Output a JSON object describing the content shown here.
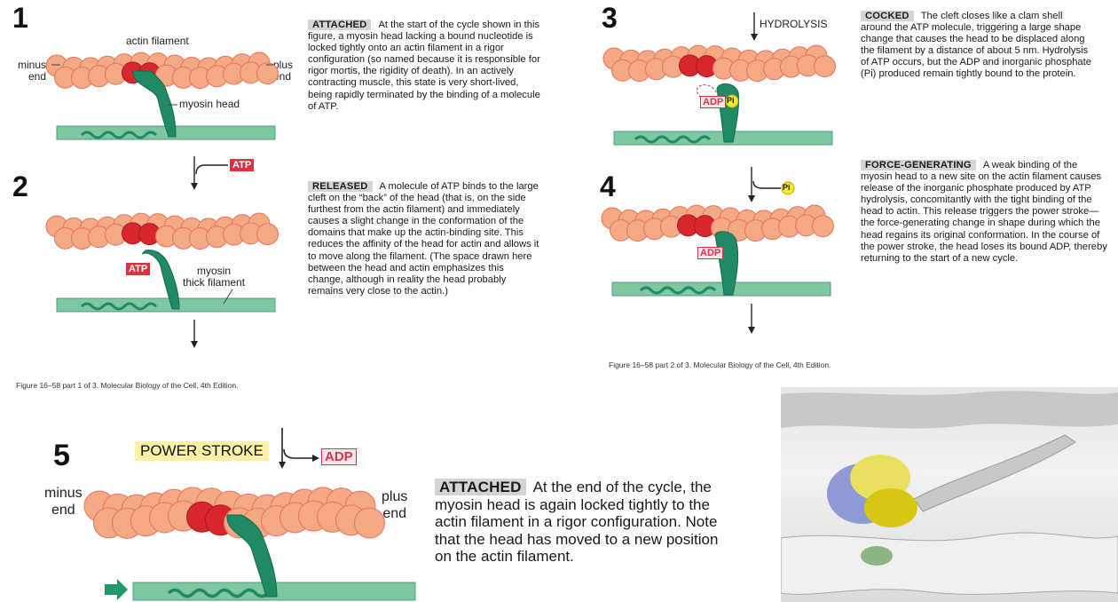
{
  "panels": [
    {
      "number": "1",
      "heading": "ATTACHED",
      "body": "At the start of the cycle shown in this figure, a myosin head lacking a bound nucleotide is locked tightly onto an actin filament in a rigor configuration (so named because it is responsible for rigor mortis, the rigidity of death). In an actively contracting muscle, this state is very short-lived, being rapidly terminated by the binding of a molecule of ATP."
    },
    {
      "number": "2",
      "heading": "RELEASED",
      "body": "A molecule of ATP binds to the large cleft on the “back” of the head (that is, on the side furthest from the actin filament) and immediately causes a slight change in the conformation of the domains that make up the actin-binding site. This reduces the affinity of the head for actin and allows it to move along the filament. (The space drawn here between the head and actin emphasizes this change, although in reality the head probably remains very close to the actin.)"
    },
    {
      "number": "3",
      "heading": "COCKED",
      "body": "The cleft closes like a clam shell around the ATP molecule, triggering a large shape change that causes the head to be displaced along the filament by a distance of about 5 nm. Hydrolysis of ATP occurs, but the ADP and inorganic phosphate (Pi) produced remain tightly bound to the protein."
    },
    {
      "number": "4",
      "heading": "FORCE-GENERATING",
      "body": "A weak binding of the myosin head to a new site on the actin filament causes release of the inorganic phosphate produced by ATP hydrolysis, concomitantly with the tight binding of the head to actin. This release triggers the power stroke—the force-generating change in shape during which the head regains its original conformation. In the course of the power stroke, the head loses its bound ADP, thereby returning to the start of a new cycle."
    },
    {
      "number": "5",
      "heading": "ATTACHED",
      "body": "At the end of the cycle, the myosin head is again locked tightly to the actin filament in a rigor configuration. Note that the head has moved to a new position on the actin filament."
    }
  ],
  "labels": {
    "actin_filament": "actin filament",
    "minus_end": "minus\nend",
    "plus_end": "plus\nend",
    "myosin_head": "myosin head",
    "thick_filament": "myosin\nthick filament",
    "atp": "ATP",
    "adp": "ADP",
    "pi": "Pi",
    "hydrolysis": "HYDROLYSIS",
    "power_stroke": "POWER STROKE"
  },
  "captions": {
    "left": "Figure 16–58 part 1 of 3. Molecular Biology of the Cell, 4th Edition.",
    "right": "Figure 16–58 part 2 of 3. Molecular Biology of the Cell, 4th Edition."
  },
  "colors": {
    "actin": "#f2a984",
    "actin_dark": "#e8735e",
    "actin_binding": "#d8262e",
    "myosin": "#1f8a63",
    "thick_filament": "#7fc6a2",
    "label_highlight": "#fbf2a6",
    "pi": "#f6ea2f"
  }
}
